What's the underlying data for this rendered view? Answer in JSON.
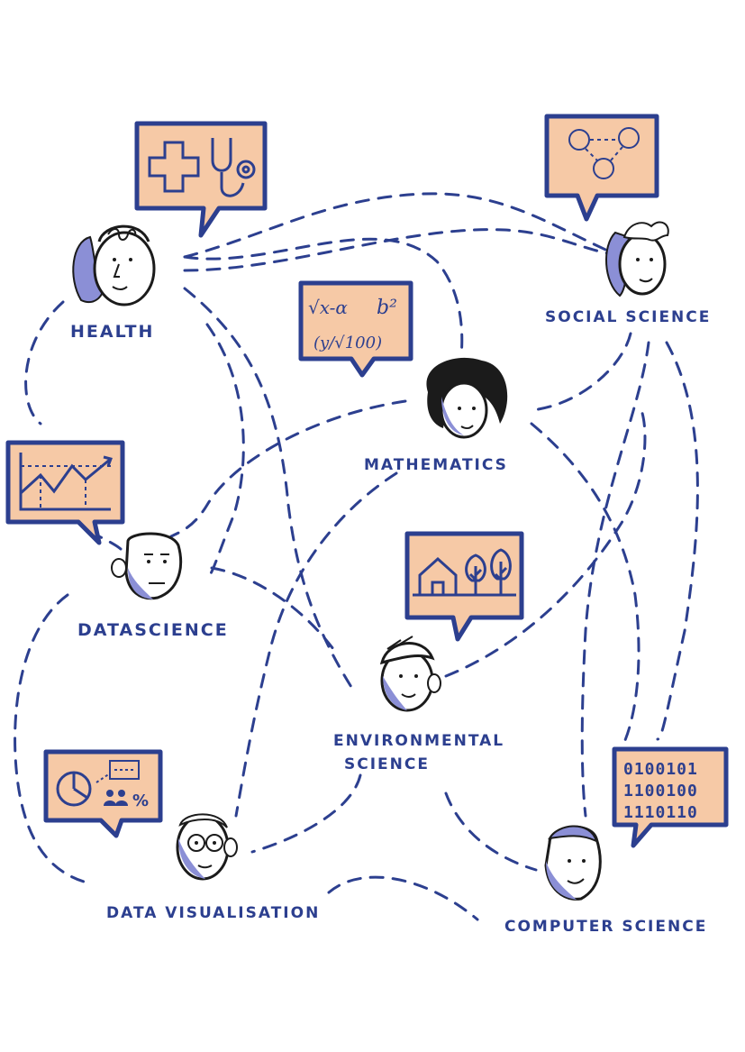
{
  "colors": {
    "ink": "#2c3f8f",
    "bubble_fill": "#f6c9a6",
    "line": "#2c3f8f",
    "shade": "#8b8fd6"
  },
  "labels": {
    "health": "HEALTH",
    "social_science": "SOCIAL SCIENCE",
    "mathematics": "MATHEMATICS",
    "datascience": "DATASCIENCE",
    "environmental_science_line1": "ENVIRONMENTAL",
    "environmental_science_line2": "SCIENCE",
    "data_visualisation": "DATA VISUALISATION",
    "computer_science": "COMPUTER SCIENCE"
  },
  "bubbles": {
    "health": {
      "icons": [
        "medical-cross-icon",
        "stethoscope-icon"
      ]
    },
    "social_science": {
      "icons": [
        "network-people-icon"
      ]
    },
    "mathematics": {
      "formula_top_left": "√x-α",
      "formula_top_right": "b²",
      "formula_bottom": "(y/√100)"
    },
    "datascience": {
      "icons": [
        "line-chart-icon"
      ]
    },
    "environmental_science": {
      "icons": [
        "house-icon",
        "tree-icon",
        "tree-icon"
      ]
    },
    "data_visualisation": {
      "icons": [
        "pie-chart-icon",
        "tooltip-icon",
        "people-icon"
      ],
      "symbol": "%"
    },
    "computer_science": {
      "binary_lines": [
        "0100101",
        "1100100",
        "1110110"
      ]
    }
  }
}
